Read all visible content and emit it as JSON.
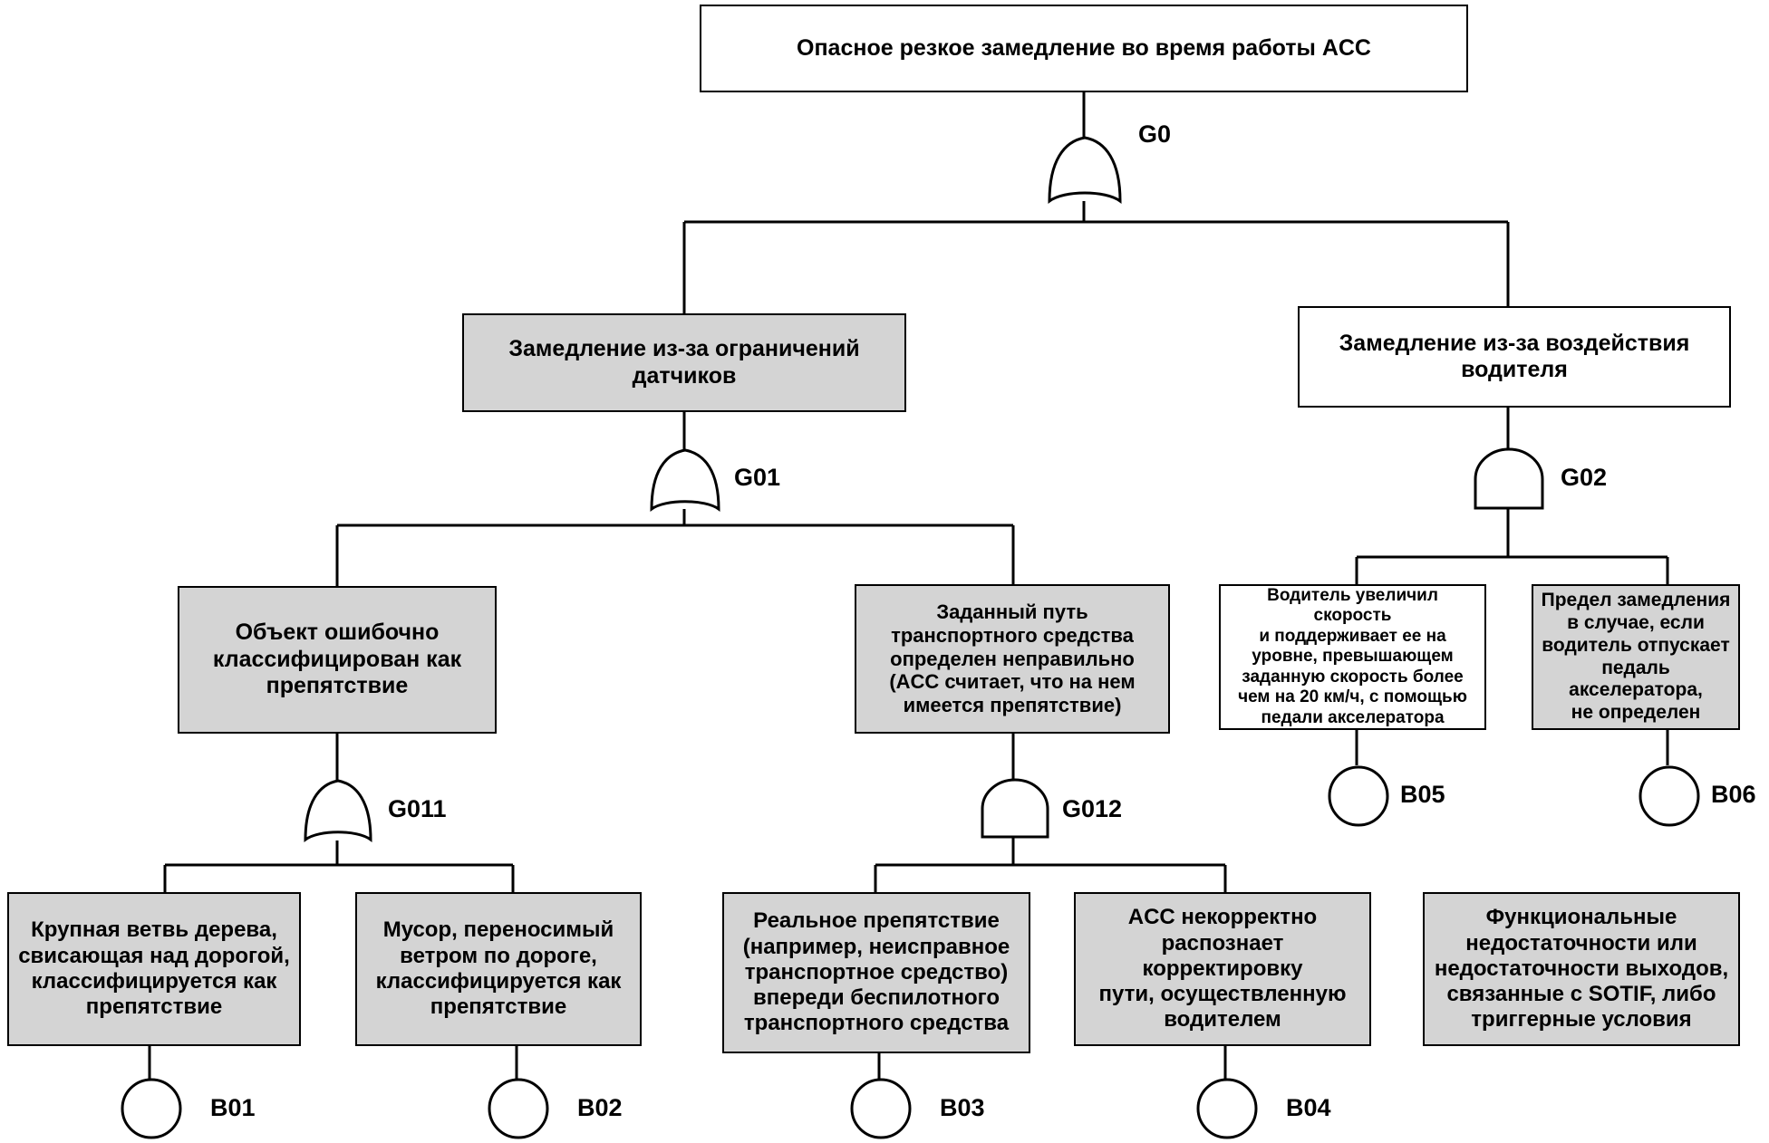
{
  "diagram": {
    "type": "fault-tree",
    "title_node": "Опасное резкое замедление во время работы ACC",
    "colors": {
      "fill_gray": "#d4d4d4",
      "fill_white": "#ffffff",
      "stroke": "#000000"
    }
  },
  "nodes": {
    "top": {
      "id": "TOP",
      "text": "Опасное резкое замедление во время работы ACC",
      "fill": "white"
    },
    "g01_box": {
      "id": "G01BOX",
      "text": "Замедление из-за ограничений\nдатчиков",
      "fill": "gray"
    },
    "g02_box": {
      "id": "G02BOX",
      "text": "Замедление из-за воздействия\nводителя",
      "fill": "white"
    },
    "g011_box": {
      "id": "G011BOX",
      "text": "Объект ошибочно\nклассифицирован как\nпрепятствие",
      "fill": "gray"
    },
    "g012_box": {
      "id": "G012BOX",
      "text": "Заданный путь\nтранспортного средства\nопределен неправильно\n(ACC считает, что на нем\nимеется препятствие)",
      "fill": "gray"
    },
    "b05_box": {
      "id": "B05BOX",
      "text": "Водитель увеличил скорость\nи поддерживает ее на\nуровне, превышающем\nзаданную скорость более\nчем на 20 км/ч, с помощью\nпедали акселератора",
      "fill": "white"
    },
    "b06_box": {
      "id": "B06BOX",
      "text": "Предел замедления\nв случае, если\nводитель отпускает\nпедаль акселератора,\nне определен",
      "fill": "gray"
    },
    "b01_box": {
      "id": "B01BOX",
      "text": "Крупная ветвь дерева,\nсвисающая над дорогой,\nклассифицируется как\nпрепятствие",
      "fill": "gray"
    },
    "b02_box": {
      "id": "B02BOX",
      "text": "Мусор, переносимый\nветром по дороге,\nклассифицируется как\nпрепятствие",
      "fill": "gray"
    },
    "b03_box": {
      "id": "B03BOX",
      "text": "Реальное препятствие\n(например, неисправное\nтранспортное средство)\nвпереди беспилотного\nтранспортного средства",
      "fill": "gray"
    },
    "b04_box": {
      "id": "B04BOX",
      "text": "ACC некорректно\nраспознает корректировку\nпути, осуществленную\nводителем",
      "fill": "gray"
    },
    "legend_box": {
      "id": "LEGENDBOX",
      "text": "Функциональные\nнедостаточности или\nнедостаточности выходов,\nсвязанные с SOTIF, либо\nтриггерные условия",
      "fill": "gray"
    }
  },
  "gates": [
    {
      "id": "G0",
      "label": "G0",
      "type": "or"
    },
    {
      "id": "G01",
      "label": "G01",
      "type": "or"
    },
    {
      "id": "G02",
      "label": "G02",
      "type": "and"
    },
    {
      "id": "G011",
      "label": "G011",
      "type": "or"
    },
    {
      "id": "G012",
      "label": "G012",
      "type": "and"
    }
  ],
  "basic_events": [
    {
      "id": "B01",
      "label": "B01"
    },
    {
      "id": "B02",
      "label": "B02"
    },
    {
      "id": "B03",
      "label": "B03"
    },
    {
      "id": "B04",
      "label": "B04"
    },
    {
      "id": "B05",
      "label": "B05"
    },
    {
      "id": "B06",
      "label": "B06"
    }
  ]
}
